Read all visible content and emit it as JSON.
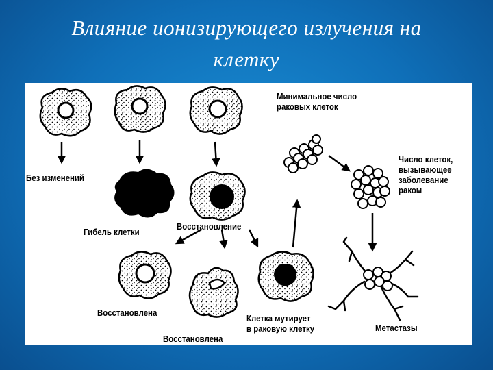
{
  "slide": {
    "title_line1": "Влияние ионизирующего излучения на",
    "title_line2": "клетку"
  },
  "diagram": {
    "labels": {
      "no_change": "Без изменений",
      "cell_death": "Гибель клетки",
      "recovery": "Восстановление",
      "restored_1": "Восстановлена",
      "restored_2": "Восстановлена",
      "mutates_line1": "Клетка мутирует",
      "mutates_line2": "в раковую клетку",
      "min_cancer_line1": "Минимальное число",
      "min_cancer_line2": "раковых клеток",
      "disease_line1": "Число клеток,",
      "disease_line2": "вызывающее",
      "disease_line3": "заболевание",
      "disease_line4": "раком",
      "metastases": "Метастазы"
    },
    "colors": {
      "background": "#0f6fb8",
      "panel": "#ffffff",
      "ink": "#000000"
    }
  }
}
